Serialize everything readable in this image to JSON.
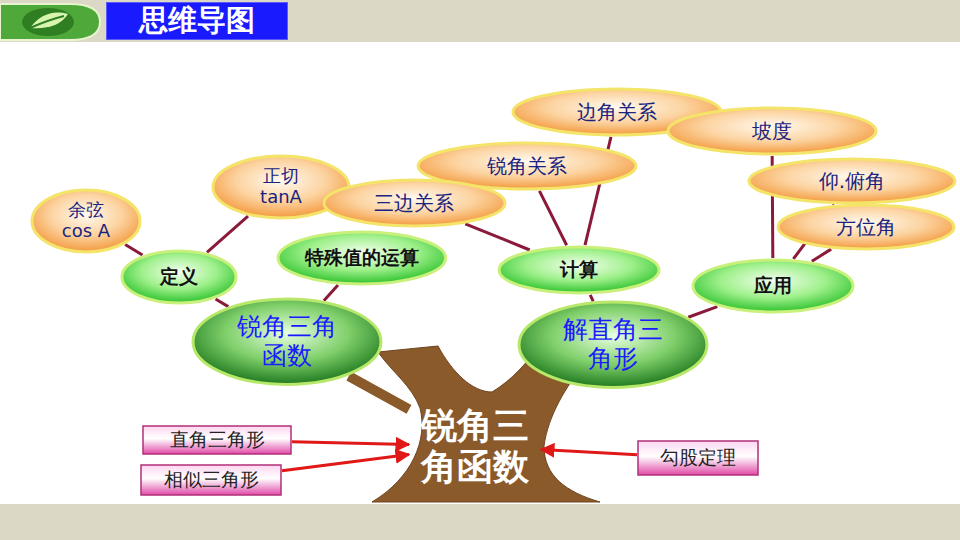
{
  "diagram": {
    "title": "思维导图",
    "nodes": [
      {
        "text": [
          "余弦 cos A"
        ]
      },
      {
        "text": [
          "正切 tanA"
        ]
      },
      {
        "text": [
          "边角关系"
        ]
      },
      {
        "text": [
          "坡度"
        ]
      },
      {
        "text": [
          "锐角关系"
        ]
      },
      {
        "text": [
          "仰.俯角"
        ]
      },
      {
        "text": [
          "三边关系"
        ]
      },
      {
        "text": [
          "方位角"
        ]
      },
      {
        "text": [
          "定义"
        ]
      },
      {
        "text": [
          "特殊值的运算"
        ]
      },
      {
        "text": [
          "计算"
        ]
      },
      {
        "text": [
          "应用"
        ]
      },
      {
        "text": [
          "锐角三角函数"
        ]
      },
      {
        "text": [
          "解直角三角形"
        ]
      },
      {
        "text": [
          "锐角三角函数"
        ]
      },
      {
        "text": [
          "直角三角形"
        ]
      },
      {
        "text": [
          "相似三角形"
        ]
      },
      {
        "text": [
          "勾股定理"
        ]
      }
    ],
    "edges": [
      {
        "from": 14,
        "to": 12,
        "arrow": "none"
      },
      {
        "from": 14,
        "to": 13,
        "arrow": "none"
      },
      {
        "from": 12,
        "to": 8,
        "arrow": "none"
      },
      {
        "from": 12,
        "to": 9,
        "arrow": "none"
      },
      {
        "from": 8,
        "to": 0,
        "arrow": "none"
      },
      {
        "from": 8,
        "to": 1,
        "arrow": "none"
      },
      {
        "from": 13,
        "to": 10,
        "arrow": "none"
      },
      {
        "from": 13,
        "to": 11,
        "arrow": "none"
      },
      {
        "from": 10,
        "to": 6,
        "arrow": "none"
      },
      {
        "from": 10,
        "to": 4,
        "arrow": "none"
      },
      {
        "from": 10,
        "to": 2,
        "arrow": "none"
      },
      {
        "from": 11,
        "to": 3,
        "arrow": "none"
      },
      {
        "from": 11,
        "to": 5,
        "arrow": "none"
      },
      {
        "from": 11,
        "to": 7,
        "arrow": "none"
      },
      {
        "from": 15,
        "to": 14,
        "arrow": "to"
      },
      {
        "from": 16,
        "to": 14,
        "arrow": "to"
      },
      {
        "from": 17,
        "to": 14,
        "arrow": "to"
      }
    ]
  }
}
